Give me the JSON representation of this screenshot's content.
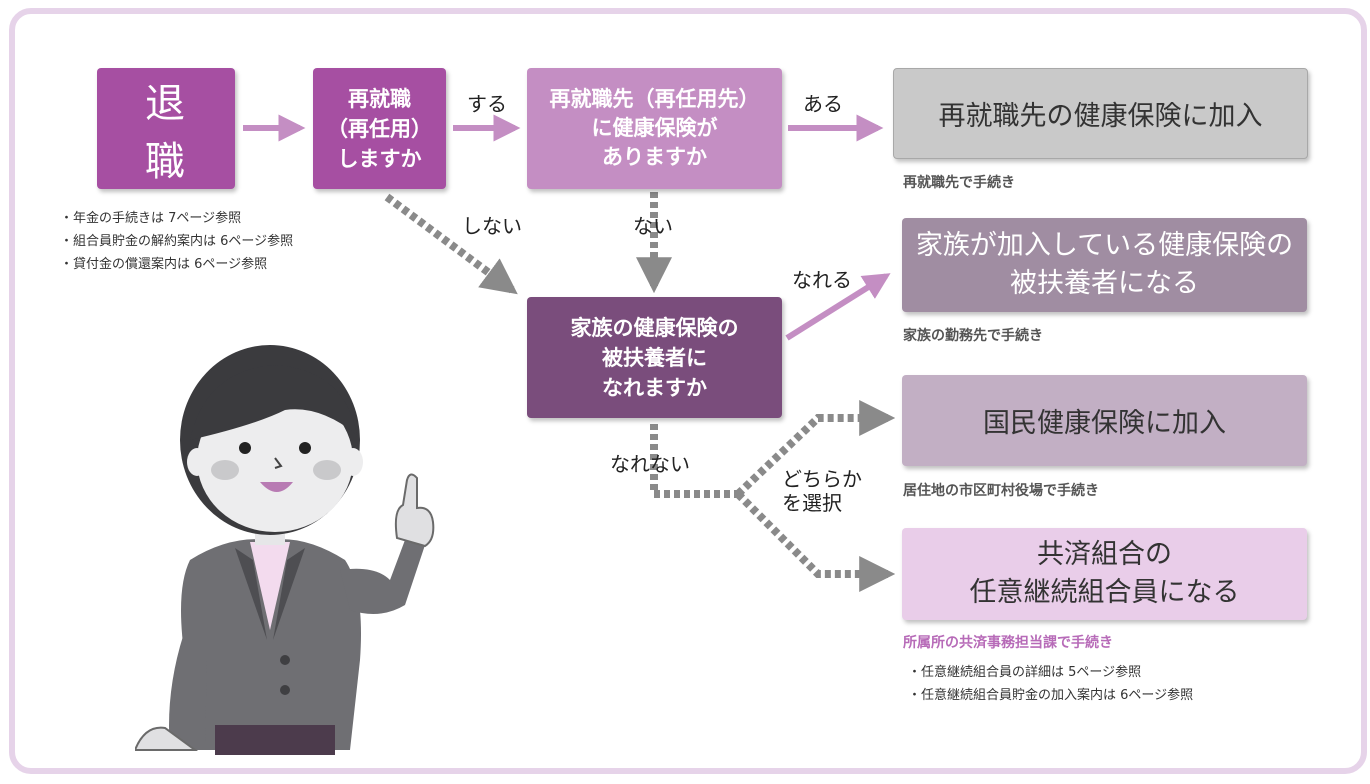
{
  "nodes": {
    "retire": "退 職",
    "q_reemploy": "再就職\n（再任用）\nしますか",
    "q_insurance": "再就職先（再任用先）\nに健康保険が\nありますか",
    "q_dependent": "家族の健康保険の\n被扶養者に\nなれますか",
    "r_join_new": "再就職先の健康保険に加入",
    "r_dependent": "家族が加入している健康保険の\n被扶養者になる",
    "r_national": "国民健康保険に加入",
    "r_mutual": "共済組合の\n任意継続組合員になる"
  },
  "edge_labels": {
    "yes_reemploy": "する",
    "no_reemploy": "しない",
    "has_insurance": "ある",
    "no_insurance": "ない",
    "can_dependent": "なれる",
    "cannot_dependent": "なれない",
    "choose_either": "どちらか\nを選択"
  },
  "captions": {
    "r_join_new": "再就職先で手続き",
    "r_dependent": "家族の勤務先で手続き",
    "r_national": "居住地の市区町村役場で手続き",
    "r_mutual": "所属所の共済事務担当課で手続き"
  },
  "notes_left": [
    "・年金の手続きは 7ページ参照",
    "・組合員貯金の解約案内は 6ページ参照",
    "・貸付金の償還案内は 6ページ参照"
  ],
  "notes_right": [
    "・任意継続組合員の詳細は 5ページ参照",
    "・任意継続組合員貯金の加入案内は 6ページ参照"
  ],
  "colors": {
    "frame": "#e6d3e9",
    "arrow_solid": "#c48ec3",
    "arrow_dashed": "#8a8a8a",
    "retire": "#a64fa2",
    "dependent_question": "#7a4d7c"
  },
  "illustration": "business-woman-pointing"
}
